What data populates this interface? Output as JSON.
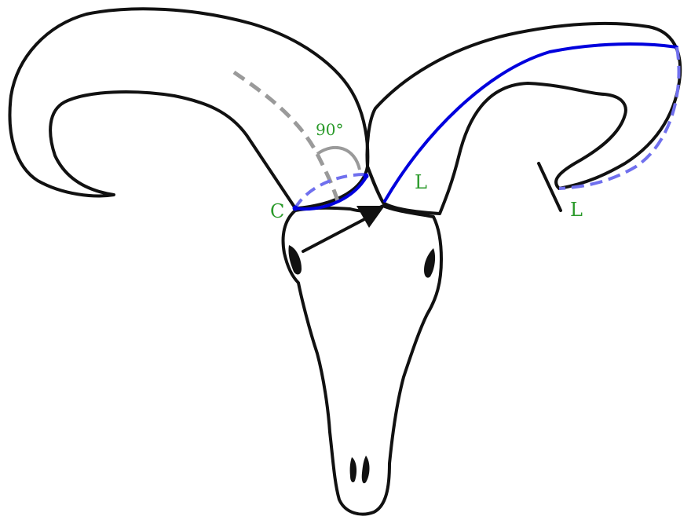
{
  "labels": {
    "angle": "90°",
    "circumference": "C",
    "length_upper": "L",
    "length_tip": "L"
  },
  "colors": {
    "outline": "#111111",
    "measure_line": "#0000dd",
    "measure_dashed": "#7070ee",
    "guide": "#9a9a9a",
    "label_text": "#2a9a2a",
    "fill": "#ffffff"
  },
  "icons": {
    "pointer": "filled-triangle-marker",
    "tip_marker": "end-tick"
  }
}
